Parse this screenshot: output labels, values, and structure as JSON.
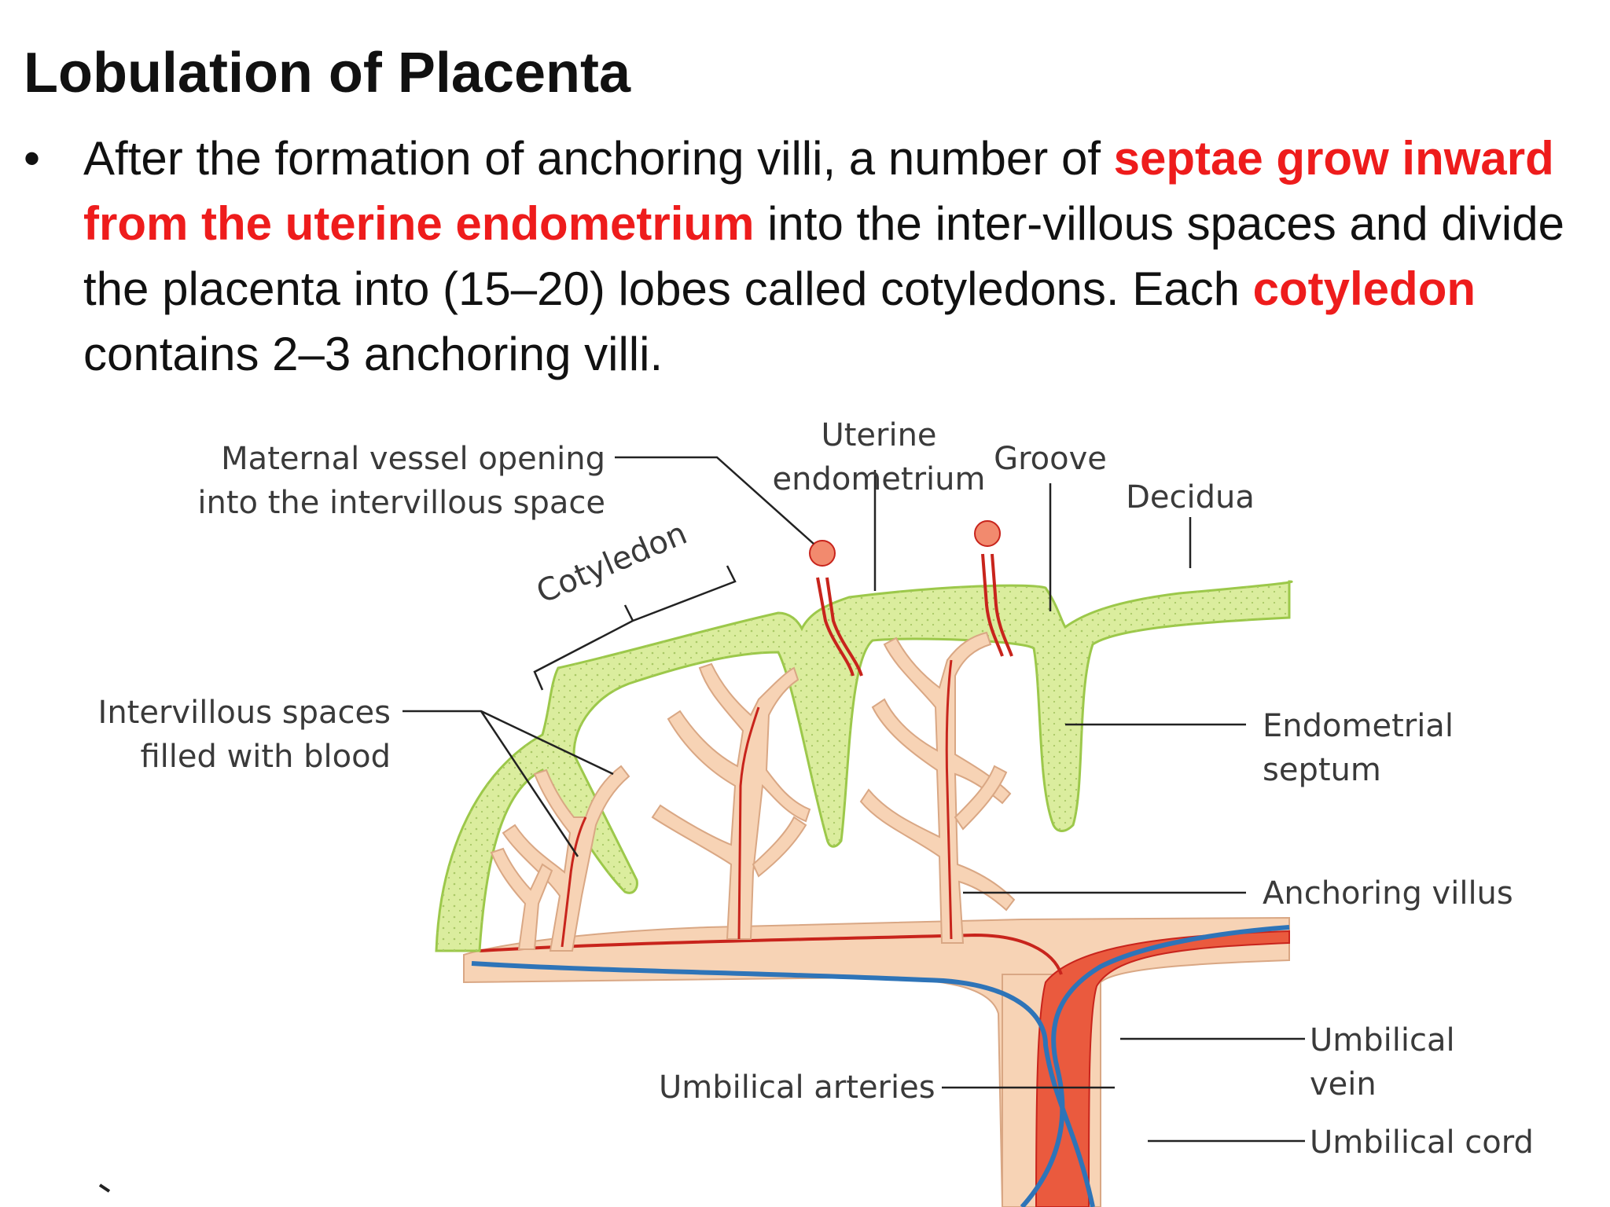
{
  "slide": {
    "title": "Lobulation of Placenta",
    "bullet_symbol": "•",
    "bullet": [
      {
        "text": "After the formation of anchoring villi, a number of ",
        "highlight": false
      },
      {
        "text": "septae grow inward from the uterine endometrium",
        "highlight": true
      },
      {
        "text": " into the inter-villous spaces and divide the placenta into (15–20) lobes called cotyledons. Each ",
        "highlight": false
      },
      {
        "text": "cotyledon",
        "highlight": true
      },
      {
        "text": " contains 2–3 anchoring villi.",
        "highlight": false
      }
    ]
  },
  "diagram": {
    "labels": {
      "maternal_vessel_1": "Maternal vessel opening",
      "maternal_vessel_2": "into the intervillous space",
      "uterine_1": "Uterine",
      "uterine_2": "endometrium",
      "groove": "Groove",
      "decidua": "Decidua",
      "cotyledon": "Cotyledon",
      "intervillous_1": "Intervillous spaces",
      "intervillous_2": "filled with blood",
      "endometrial_1": "Endometrial",
      "endometrial_2": "septum",
      "anchoring_villus": "Anchoring villus",
      "umbilical_vein_1": "Umbilical",
      "umbilical_vein_2": "vein",
      "umbilical_arteries": "Umbilical arteries",
      "umbilical_cord": "Umbilical cord"
    },
    "colors": {
      "decidua_fill": "#dbed9e",
      "decidua_stroke": "#9cc84a",
      "villus_fill": "#f7d3b5",
      "villus_stroke": "#d9a784",
      "artery": "#c8241c",
      "vein_fill": "#ea5a3e",
      "vein_blue": "#2e74b8",
      "highlight_text": "#ee1c1c"
    }
  }
}
